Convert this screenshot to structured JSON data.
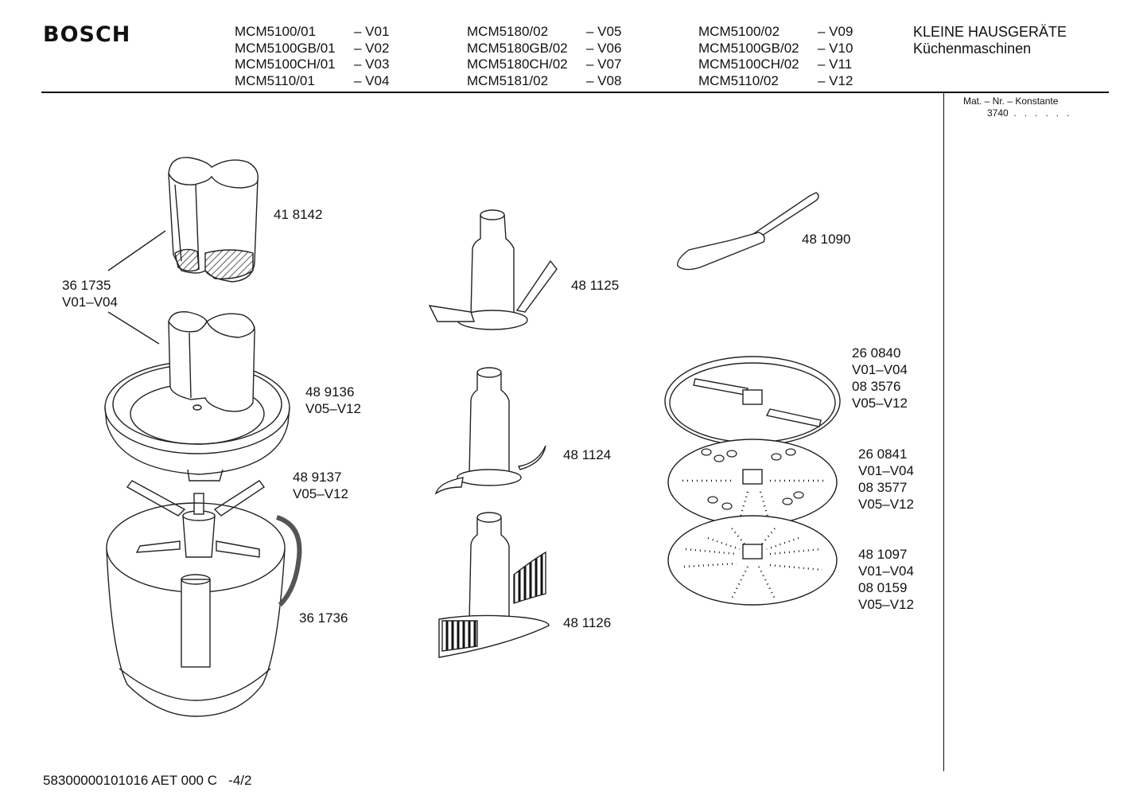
{
  "brand": "BOSCH",
  "models": [
    [
      {
        "model": "MCM5100/01",
        "variant": "– V01"
      },
      {
        "model": "MCM5100GB/01",
        "variant": "– V02"
      },
      {
        "model": "MCM5100CH/01",
        "variant": "– V03"
      },
      {
        "model": "MCM5110/01",
        "variant": "– V04"
      }
    ],
    [
      {
        "model": "MCM5180/02",
        "variant": "– V05"
      },
      {
        "model": "MCM5180GB/02",
        "variant": "– V06"
      },
      {
        "model": "MCM5180CH/02",
        "variant": "– V07"
      },
      {
        "model": "MCM5181/02",
        "variant": "– V08"
      }
    ],
    [
      {
        "model": "MCM5100/02",
        "variant": "– V09"
      },
      {
        "model": "MCM5100GB/02",
        "variant": "– V10"
      },
      {
        "model": "MCM5100CH/02",
        "variant": "– V11"
      },
      {
        "model": "MCM5110/02",
        "variant": "– V12"
      }
    ]
  ],
  "category": {
    "line1": "KLEINE HAUSGERÄTE",
    "line2": "Küchenmaschinen"
  },
  "mat_nr": {
    "label": "Mat. – Nr. – Konstante",
    "value": "3740  .   .   .   .   .   ."
  },
  "parts": {
    "p418142": {
      "l1": "41 8142"
    },
    "p361735": {
      "l1": "36 1735",
      "l2": "V01–V04"
    },
    "p489136": {
      "l1": "48 9136",
      "l2": "V05–V12"
    },
    "p489137": {
      "l1": "48 9137",
      "l2": "V05–V12"
    },
    "p361736": {
      "l1": "36 1736"
    },
    "p481125": {
      "l1": "48 1125"
    },
    "p481124": {
      "l1": "48 1124"
    },
    "p481126": {
      "l1": "48 1126"
    },
    "p481090": {
      "l1": "48 1090"
    },
    "p260840": {
      "l1": "26 0840",
      "l2": "V01–V04",
      "l3": "08 3576",
      "l4": "V05–V12"
    },
    "p260841": {
      "l1": "26 0841",
      "l2": "V01–V04",
      "l3": "08 3577",
      "l4": "V05–V12"
    },
    "p481097": {
      "l1": "48 1097",
      "l2": "V01–V04",
      "l3": "08 0159",
      "l4": "V05–V12"
    }
  },
  "footer": "58300000101016 AET 000 C   -4/2"
}
